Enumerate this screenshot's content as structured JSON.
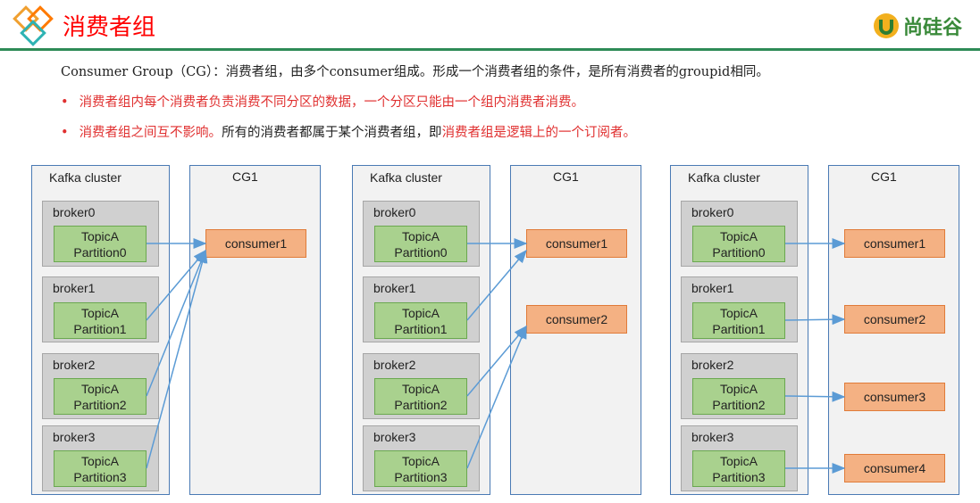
{
  "header": {
    "title": "消费者组",
    "brand_name": "尚硅谷",
    "accent_color": "#ff0000",
    "rule_color": "#2e8b57"
  },
  "intro": {
    "text": "Consumer Group（CG）：消费者组，由多个consumer组成。形成一个消费者组的条件，是所有消费者的groupid相同。"
  },
  "bullets": [
    {
      "segments": [
        {
          "text": "消费者组内每个消费者负责消费不同分区的数据，一个分区只能由一个组内消费者消费。",
          "color": "red"
        }
      ]
    },
    {
      "segments": [
        {
          "text": "消费者组之间互不影响。",
          "color": "red"
        },
        {
          "text": "所有的消费者都属于某个消费者组，即",
          "color": "dark"
        },
        {
          "text": "消费者组是逻辑上的一个订阅者。",
          "color": "red"
        }
      ]
    }
  ],
  "diagrams": [
    {
      "cluster_title": "Kafka cluster",
      "group_title": "CG1",
      "brokers": [
        {
          "name": "broker0",
          "topic": "TopicA",
          "partition": "Partition0"
        },
        {
          "name": "broker1",
          "topic": "TopicA",
          "partition": "Partition1"
        },
        {
          "name": "broker2",
          "topic": "TopicA",
          "partition": "Partition2"
        },
        {
          "name": "broker3",
          "topic": "TopicA",
          "partition": "Partition3"
        }
      ],
      "consumers": [
        "consumer1"
      ],
      "assignment": [
        0,
        0,
        0,
        0
      ]
    },
    {
      "cluster_title": "Kafka cluster",
      "group_title": "CG1",
      "brokers": [
        {
          "name": "broker0",
          "topic": "TopicA",
          "partition": "Partition0"
        },
        {
          "name": "broker1",
          "topic": "TopicA",
          "partition": "Partition1"
        },
        {
          "name": "broker2",
          "topic": "TopicA",
          "partition": "Partition2"
        },
        {
          "name": "broker3",
          "topic": "TopicA",
          "partition": "Partition3"
        }
      ],
      "consumers": [
        "consumer1",
        "consumer2"
      ],
      "assignment": [
        0,
        0,
        1,
        1
      ]
    },
    {
      "cluster_title": "Kafka cluster",
      "group_title": "CG1",
      "brokers": [
        {
          "name": "broker0",
          "topic": "TopicA",
          "partition": "Partition0"
        },
        {
          "name": "broker1",
          "topic": "TopicA",
          "partition": "Partition1"
        },
        {
          "name": "broker2",
          "topic": "TopicA",
          "partition": "Partition2"
        },
        {
          "name": "broker3",
          "topic": "TopicA",
          "partition": "Partition3"
        }
      ],
      "consumers": [
        "consumer1",
        "consumer2",
        "consumer3",
        "consumer4"
      ],
      "assignment": [
        0,
        1,
        2,
        3
      ]
    }
  ]
}
